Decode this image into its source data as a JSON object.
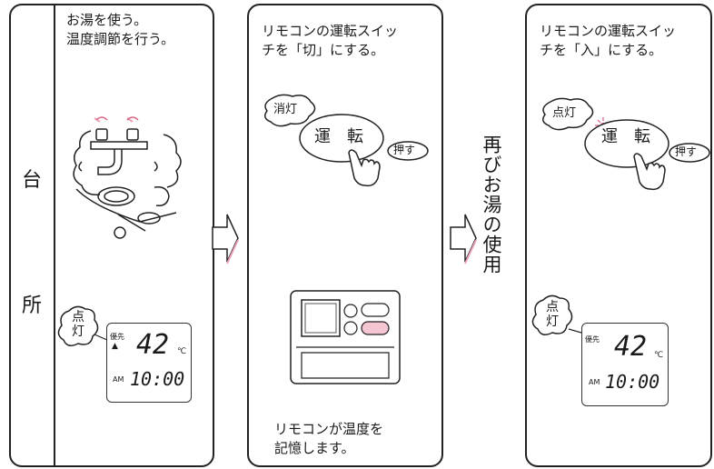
{
  "panel1": {
    "side_char_top": "台",
    "side_char_bottom": "所",
    "caption": "お湯を使う。\n温度調節を行う。",
    "bubble": "点\n灯",
    "lcd": {
      "priority": "優先",
      "temp": "42",
      "unit": "℃",
      "ampm": "AM",
      "time": "10:00"
    }
  },
  "panel2": {
    "caption": "リモコンの運転スイッ\nチを「切」にする。",
    "bubble": "消灯",
    "button": "運　転",
    "press": "押す",
    "bottom_caption": "リモコンが温度を\n記憶します。"
  },
  "middle_vertical": "再びお湯の使用",
  "panel3": {
    "caption": "リモコンの運転スイッ\nチを「入」にする。",
    "bubble_top": "点灯",
    "button": "運　転",
    "press": "押す",
    "bubble": "点\n灯",
    "lcd": {
      "priority": "優先",
      "temp": "42",
      "unit": "℃",
      "ampm": "AM",
      "time": "10:00"
    }
  },
  "colors": {
    "accent_pink": "#e8a3b6",
    "line": "#222222"
  }
}
